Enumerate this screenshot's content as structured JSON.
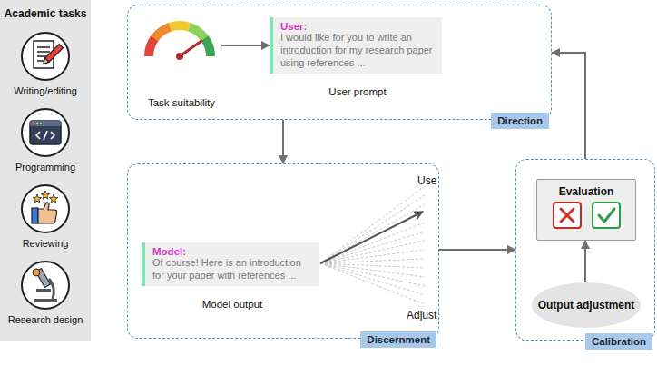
{
  "diagram": {
    "nodes": [
      {
        "text": [
          "Academic tasks"
        ]
      },
      {
        "text": [
          "Writing/editing"
        ],
        "in": 0
      },
      {
        "text": [
          "Programming"
        ],
        "in": 0
      },
      {
        "text": [
          "Reviewing"
        ],
        "in": 0
      },
      {
        "text": [
          "Research design"
        ],
        "in": 0
      },
      {
        "text": [
          "Direction"
        ]
      },
      {
        "text": [
          "Task suitability"
        ],
        "in": 5
      },
      {
        "text": [
          "User:",
          "I would like for you to write an introduction for my research paper using references ...",
          "User prompt"
        ],
        "in": 5
      },
      {
        "text": [
          "Discernment"
        ]
      },
      {
        "text": [
          "Model:",
          "Of course! Here is an introduction for your paper with references ...",
          "Model output"
        ],
        "in": 8
      },
      {
        "text": [
          "Calibration"
        ]
      },
      {
        "text": [
          "Evaluation"
        ],
        "in": 10
      },
      {
        "text": [
          "Output adjustment"
        ],
        "in": 10
      }
    ],
    "edges": [
      {
        "from": 6,
        "to": 7,
        "arrow": "to"
      },
      {
        "from": 5,
        "to": 8,
        "arrow": "to"
      },
      {
        "from": 8,
        "to": 10,
        "arrow": "to"
      },
      {
        "from": 10,
        "to": 5,
        "arrow": "to"
      },
      {
        "from": 12,
        "to": 11,
        "arrow": "to"
      }
    ],
    "labels": [
      "Use",
      "Adjust"
    ]
  }
}
